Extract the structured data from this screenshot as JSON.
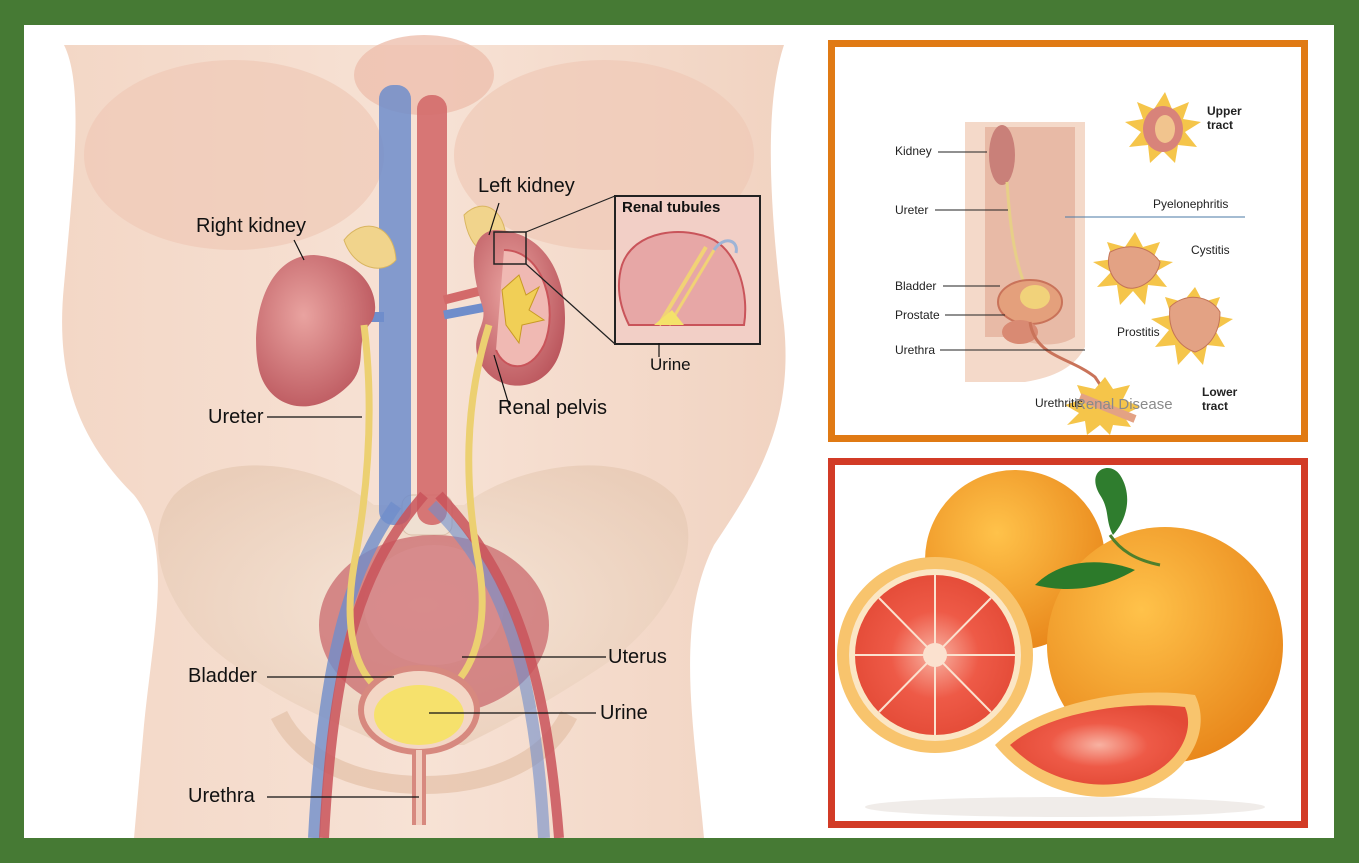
{
  "anatomy": {
    "labels": {
      "left_kidney": "Left kidney",
      "right_kidney": "Right kidney",
      "renal_tubules": "Renal tubules",
      "urine_top": "Urine",
      "renal_pelvis": "Renal pelvis",
      "ureter": "Ureter",
      "uterus": "Uterus",
      "bladder": "Bladder",
      "urine_bottom": "Urine",
      "urethra": "Urethra"
    }
  },
  "uti_panel": {
    "labels": {
      "kidney": "Kidney",
      "ureter": "Ureter",
      "bladder": "Bladder",
      "prostate": "Prostate",
      "urethra": "Urethra",
      "upper_tract": "Upper tract",
      "pyelonephritis": "Pyelonephritis",
      "cystitis": "Cystitis",
      "prostitis": "Prostitis",
      "lower_tract": "Lower tract",
      "urethritis": "Urethritis",
      "watermark": "Renal Disease"
    }
  },
  "colors": {
    "outer_frame": "#467a34",
    "uti_frame": "#e07a14",
    "fruit_frame": "#d23b26"
  }
}
